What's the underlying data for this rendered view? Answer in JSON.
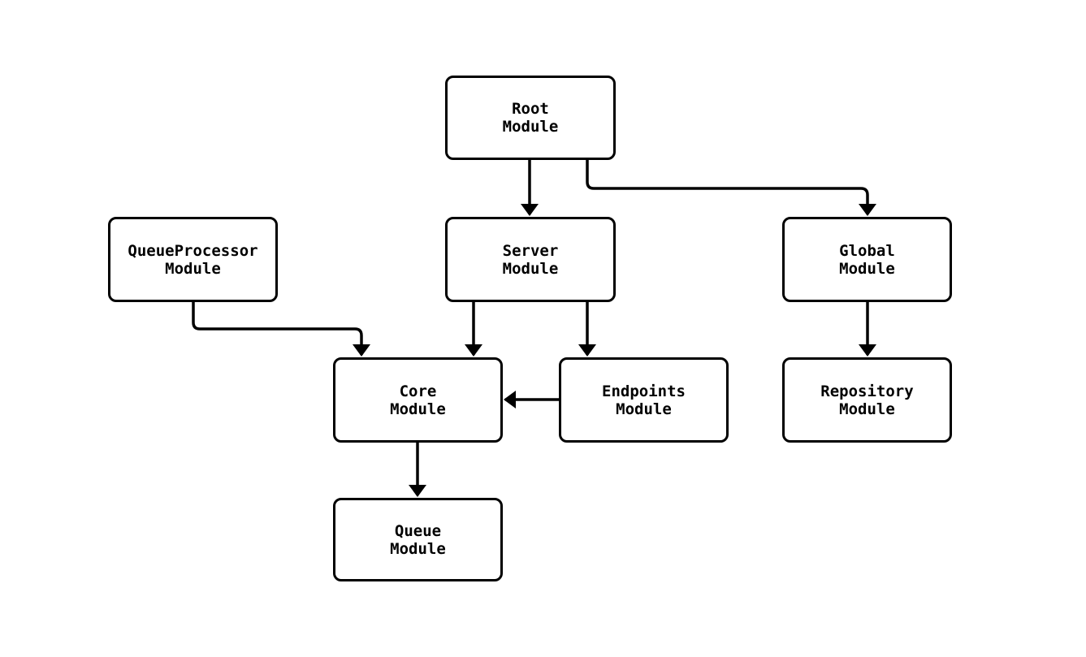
{
  "diagram": {
    "type": "module-dependency-flowchart",
    "background_color": "#ffffff",
    "stroke_color": "#000000",
    "text_color": "#000000",
    "nodes": [
      {
        "id": "root",
        "line1": "Root",
        "line2": "Module"
      },
      {
        "id": "queueprocessor",
        "line1": "QueueProcessor",
        "line2": "Module"
      },
      {
        "id": "server",
        "line1": "Server",
        "line2": "Module"
      },
      {
        "id": "global",
        "line1": "Global",
        "line2": "Module"
      },
      {
        "id": "core",
        "line1": "Core",
        "line2": "Module"
      },
      {
        "id": "endpoints",
        "line1": "Endpoints",
        "line2": "Module"
      },
      {
        "id": "repository",
        "line1": "Repository",
        "line2": "Module"
      },
      {
        "id": "queue",
        "line1": "Queue",
        "line2": "Module"
      }
    ],
    "edges": [
      {
        "from": "Root Module",
        "to": "Server Module"
      },
      {
        "from": "Root Module",
        "to": "Global Module"
      },
      {
        "from": "QueueProcessor Module",
        "to": "Core Module"
      },
      {
        "from": "Server Module",
        "to": "Core Module"
      },
      {
        "from": "Server Module",
        "to": "Endpoints Module"
      },
      {
        "from": "Endpoints Module",
        "to": "Core Module"
      },
      {
        "from": "Global Module",
        "to": "Repository Module"
      },
      {
        "from": "Core Module",
        "to": "Queue Module"
      }
    ]
  }
}
